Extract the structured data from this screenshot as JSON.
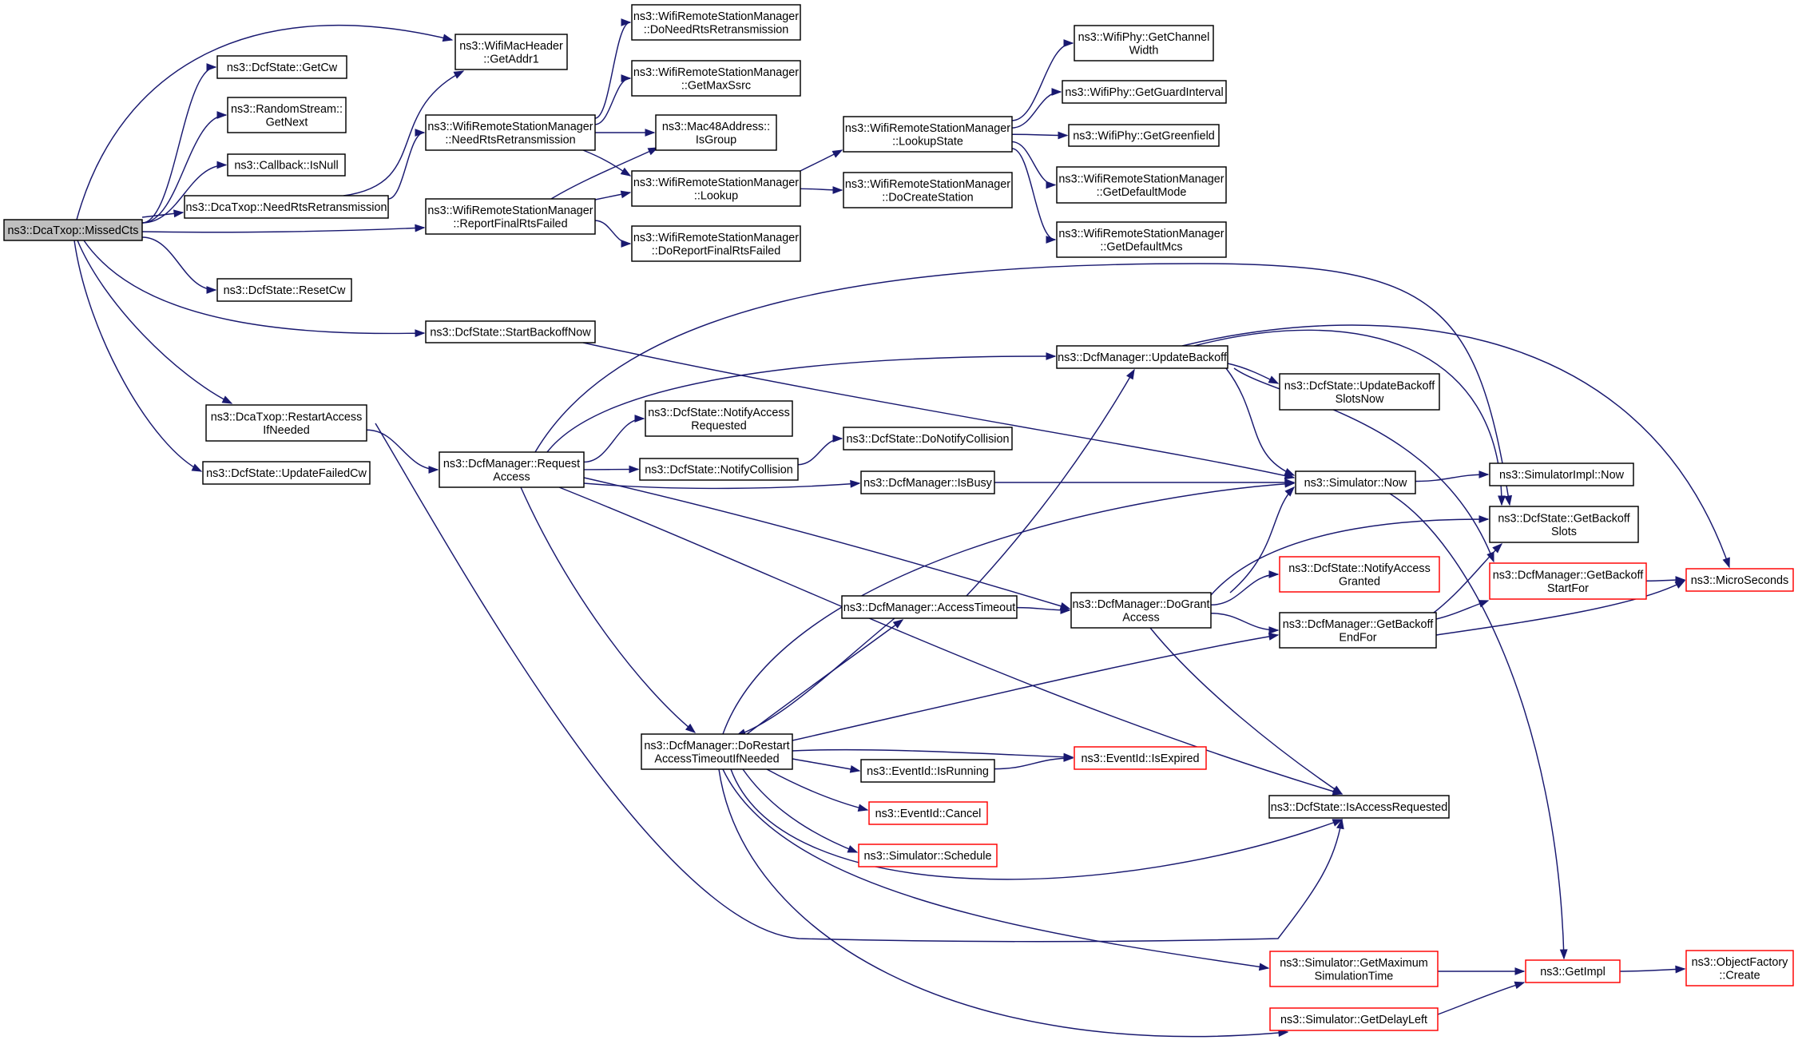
{
  "nodes": [
    {
      "id": "missed",
      "lines": [
        "ns3::DcaTxop::MissedCts"
      ],
      "root": true
    },
    {
      "id": "getaddr1",
      "lines": [
        "ns3::WifiMacHeader",
        "::GetAddr1"
      ]
    },
    {
      "id": "getcw",
      "lines": [
        "ns3::DcfState::GetCw"
      ]
    },
    {
      "id": "getnext",
      "lines": [
        "ns3::RandomStream::",
        "GetNext"
      ]
    },
    {
      "id": "isnull",
      "lines": [
        "ns3::Callback::IsNull"
      ]
    },
    {
      "id": "needrts_dca",
      "lines": [
        "ns3::DcaTxop::NeedRtsRetransmission"
      ]
    },
    {
      "id": "needrts_wrsm",
      "lines": [
        "ns3::WifiRemoteStationManager",
        "::NeedRtsRetransmission"
      ]
    },
    {
      "id": "reportfinal",
      "lines": [
        "ns3::WifiRemoteStationManager",
        "::ReportFinalRtsFailed"
      ]
    },
    {
      "id": "donext",
      "lines": [
        "ns3::WifiRemoteStationManager",
        "::DoNeedRtsRetransmission"
      ]
    },
    {
      "id": "getmaxssrc",
      "lines": [
        "ns3::WifiRemoteStationManager",
        "::GetMaxSsrc"
      ]
    },
    {
      "id": "isgroup",
      "lines": [
        "ns3::Mac48Address::",
        "IsGroup"
      ]
    },
    {
      "id": "lookup",
      "lines": [
        "ns3::WifiRemoteStationManager",
        "::Lookup"
      ]
    },
    {
      "id": "doreport",
      "lines": [
        "ns3::WifiRemoteStationManager",
        "::DoReportFinalRtsFailed"
      ]
    },
    {
      "id": "lookupstate",
      "lines": [
        "ns3::WifiRemoteStationManager",
        "::LookupState"
      ]
    },
    {
      "id": "docreate",
      "lines": [
        "ns3::WifiRemoteStationManager",
        "::DoCreateStation"
      ]
    },
    {
      "id": "chwidth",
      "lines": [
        "ns3::WifiPhy::GetChannel",
        "Width"
      ]
    },
    {
      "id": "guard",
      "lines": [
        "ns3::WifiPhy::GetGuardInterval"
      ]
    },
    {
      "id": "greenfield",
      "lines": [
        "ns3::WifiPhy::GetGreenfield"
      ]
    },
    {
      "id": "defmode",
      "lines": [
        "ns3::WifiRemoteStationManager",
        "::GetDefaultMode"
      ]
    },
    {
      "id": "defmcs",
      "lines": [
        "ns3::WifiRemoteStationManager",
        "::GetDefaultMcs"
      ]
    },
    {
      "id": "resetcw",
      "lines": [
        "ns3::DcfState::ResetCw"
      ]
    },
    {
      "id": "startbackoff",
      "lines": [
        "ns3::DcfState::StartBackoffNow"
      ]
    },
    {
      "id": "restartaccess",
      "lines": [
        "ns3::DcaTxop::RestartAccess",
        "IfNeeded"
      ]
    },
    {
      "id": "updatefailed",
      "lines": [
        "ns3::DcfState::UpdateFailedCw"
      ]
    },
    {
      "id": "request",
      "lines": [
        "ns3::DcfManager::Request",
        "Access"
      ]
    },
    {
      "id": "notifyreq",
      "lines": [
        "ns3::DcfState::NotifyAccess",
        "Requested"
      ]
    },
    {
      "id": "notifycoll",
      "lines": [
        "ns3::DcfState::NotifyCollision"
      ]
    },
    {
      "id": "donotifycoll",
      "lines": [
        "ns3::DcfState::DoNotifyCollision"
      ]
    },
    {
      "id": "isbusy",
      "lines": [
        "ns3::DcfManager::IsBusy"
      ]
    },
    {
      "id": "updatebackoff",
      "lines": [
        "ns3::DcfManager::UpdateBackoff"
      ]
    },
    {
      "id": "updslots",
      "lines": [
        "ns3::DcfState::UpdateBackoff",
        "SlotsNow"
      ]
    },
    {
      "id": "simnow",
      "lines": [
        "ns3::Simulator::Now"
      ]
    },
    {
      "id": "simimplnow",
      "lines": [
        "ns3::SimulatorImpl::Now"
      ]
    },
    {
      "id": "getbackoffslots",
      "lines": [
        "ns3::DcfState::GetBackoff",
        "Slots"
      ]
    },
    {
      "id": "getbackoffstart",
      "lines": [
        "ns3::DcfManager::GetBackoff",
        "StartFor"
      ],
      "truncated": true
    },
    {
      "id": "microseconds",
      "lines": [
        "ns3::MicroSeconds"
      ],
      "truncated": true
    },
    {
      "id": "accesstimeout",
      "lines": [
        "ns3::DcfManager::AccessTimeout"
      ]
    },
    {
      "id": "dogrant",
      "lines": [
        "ns3::DcfManager::DoGrant",
        "Access"
      ]
    },
    {
      "id": "notifygranted",
      "lines": [
        "ns3::DcfState::NotifyAccess",
        "Granted"
      ],
      "truncated": true
    },
    {
      "id": "getbackoffend",
      "lines": [
        "ns3::DcfManager::GetBackoff",
        "EndFor"
      ]
    },
    {
      "id": "dorestart",
      "lines": [
        "ns3::DcfManager::DoRestart",
        "AccessTimeoutIfNeeded"
      ]
    },
    {
      "id": "isrunning",
      "lines": [
        "ns3::EventId::IsRunning"
      ]
    },
    {
      "id": "isexpired",
      "lines": [
        "ns3::EventId::IsExpired"
      ],
      "truncated": true
    },
    {
      "id": "cancel",
      "lines": [
        "ns3::EventId::Cancel"
      ],
      "truncated": true
    },
    {
      "id": "schedule",
      "lines": [
        "ns3::Simulator::Schedule"
      ],
      "truncated": true
    },
    {
      "id": "isaccessreq",
      "lines": [
        "ns3::DcfState::IsAccessRequested"
      ]
    },
    {
      "id": "getmaxsim",
      "lines": [
        "ns3::Simulator::GetMaximum",
        "SimulationTime"
      ],
      "truncated": true
    },
    {
      "id": "getdelayleft",
      "lines": [
        "ns3::Simulator::GetDelayLeft"
      ],
      "truncated": true
    },
    {
      "id": "getimpl",
      "lines": [
        "ns3::GetImpl"
      ],
      "truncated": true
    },
    {
      "id": "objfactory",
      "lines": [
        "ns3::ObjectFactory",
        "::Create"
      ],
      "truncated": true
    }
  ],
  "edges": [
    {
      "from": "missed",
      "to": "getaddr1"
    },
    {
      "from": "missed",
      "to": "getcw"
    },
    {
      "from": "missed",
      "to": "getnext"
    },
    {
      "from": "missed",
      "to": "isnull"
    },
    {
      "from": "missed",
      "to": "needrts_dca"
    },
    {
      "from": "missed",
      "to": "reportfinal"
    },
    {
      "from": "missed",
      "to": "resetcw"
    },
    {
      "from": "missed",
      "to": "startbackoff"
    },
    {
      "from": "missed",
      "to": "restartaccess"
    },
    {
      "from": "missed",
      "to": "updatefailed"
    },
    {
      "from": "needrts_dca",
      "to": "getaddr1"
    },
    {
      "from": "needrts_dca",
      "to": "needrts_wrsm"
    },
    {
      "from": "needrts_wrsm",
      "to": "donext"
    },
    {
      "from": "needrts_wrsm",
      "to": "getmaxssrc"
    },
    {
      "from": "needrts_wrsm",
      "to": "isgroup"
    },
    {
      "from": "needrts_wrsm",
      "to": "lookup"
    },
    {
      "from": "reportfinal",
      "to": "isgroup"
    },
    {
      "from": "reportfinal",
      "to": "lookup"
    },
    {
      "from": "reportfinal",
      "to": "doreport"
    },
    {
      "from": "lookup",
      "to": "lookupstate"
    },
    {
      "from": "lookup",
      "to": "docreate"
    },
    {
      "from": "lookupstate",
      "to": "chwidth"
    },
    {
      "from": "lookupstate",
      "to": "guard"
    },
    {
      "from": "lookupstate",
      "to": "greenfield"
    },
    {
      "from": "lookupstate",
      "to": "defmode"
    },
    {
      "from": "lookupstate",
      "to": "defmcs"
    },
    {
      "from": "startbackoff",
      "to": "simnow"
    },
    {
      "from": "restartaccess",
      "to": "request"
    },
    {
      "from": "restartaccess",
      "to": "isaccessreq"
    },
    {
      "from": "request",
      "to": "notifyreq"
    },
    {
      "from": "request",
      "to": "notifycoll"
    },
    {
      "from": "request",
      "to": "isbusy"
    },
    {
      "from": "request",
      "to": "updatebackoff"
    },
    {
      "from": "request",
      "to": "getbackoffslots"
    },
    {
      "from": "request",
      "to": "dogrant"
    },
    {
      "from": "request",
      "to": "dorestart"
    },
    {
      "from": "request",
      "to": "isaccessreq"
    },
    {
      "from": "notifycoll",
      "to": "donotifycoll"
    },
    {
      "from": "isbusy",
      "to": "simnow"
    },
    {
      "from": "updatebackoff",
      "to": "updslots"
    },
    {
      "from": "updatebackoff",
      "to": "simnow"
    },
    {
      "from": "updatebackoff",
      "to": "getbackoffstart"
    },
    {
      "from": "updatebackoff",
      "to": "getbackoffslots"
    },
    {
      "from": "updatebackoff",
      "to": "microseconds"
    },
    {
      "from": "simnow",
      "to": "simimplnow"
    },
    {
      "from": "simnow",
      "to": "getimpl"
    },
    {
      "from": "getbackoffstart",
      "to": "microseconds"
    },
    {
      "from": "accesstimeout",
      "to": "updatebackoff"
    },
    {
      "from": "accesstimeout",
      "to": "dogrant"
    },
    {
      "from": "accesstimeout",
      "to": "dorestart"
    },
    {
      "from": "dogrant",
      "to": "simnow"
    },
    {
      "from": "dogrant",
      "to": "getbackoffslots"
    },
    {
      "from": "dogrant",
      "to": "notifygranted"
    },
    {
      "from": "dogrant",
      "to": "getbackoffend"
    },
    {
      "from": "dogrant",
      "to": "isaccessreq"
    },
    {
      "from": "getbackoffend",
      "to": "getbackoffslots"
    },
    {
      "from": "getbackoffend",
      "to": "getbackoffstart"
    },
    {
      "from": "getbackoffend",
      "to": "microseconds"
    },
    {
      "from": "dorestart",
      "to": "simnow"
    },
    {
      "from": "dorestart",
      "to": "accesstimeout"
    },
    {
      "from": "dorestart",
      "to": "getbackoffend"
    },
    {
      "from": "dorestart",
      "to": "isexpired"
    },
    {
      "from": "dorestart",
      "to": "isrunning"
    },
    {
      "from": "dorestart",
      "to": "cancel"
    },
    {
      "from": "dorestart",
      "to": "schedule"
    },
    {
      "from": "dorestart",
      "to": "isaccessreq"
    },
    {
      "from": "dorestart",
      "to": "getmaxsim"
    },
    {
      "from": "dorestart",
      "to": "getdelayleft"
    },
    {
      "from": "isrunning",
      "to": "isexpired"
    },
    {
      "from": "getmaxsim",
      "to": "getimpl"
    },
    {
      "from": "getdelayleft",
      "to": "getimpl"
    },
    {
      "from": "getimpl",
      "to": "objfactory"
    }
  ]
}
